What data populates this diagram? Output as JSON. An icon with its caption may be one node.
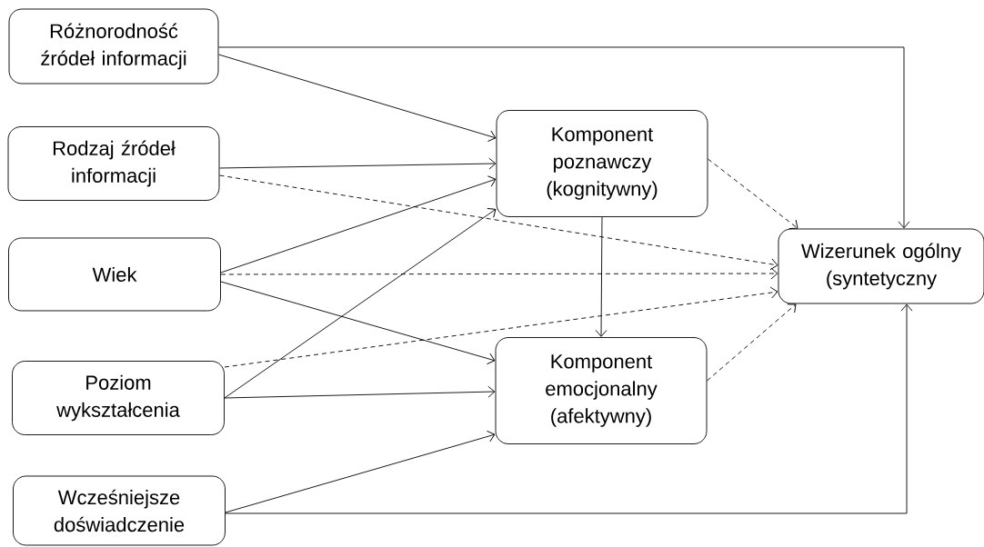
{
  "diagram": {
    "nodes": [
      {
        "text": [
          "Różnorodność źródeł informacji"
        ]
      },
      {
        "text": [
          "Rodzaj źródeł informacji"
        ]
      },
      {
        "text": [
          "Wiek"
        ]
      },
      {
        "text": [
          "Poziom wykształcenia"
        ]
      },
      {
        "text": [
          "Wcześniejsze doświadczenie"
        ]
      },
      {
        "text": [
          "Komponent poznawczy (kognitywny)"
        ]
      },
      {
        "text": [
          "Komponent emocjonalny (afektywny)"
        ]
      },
      {
        "text": [
          "Wizerunek ogólny (syntetyczny"
        ]
      }
    ],
    "edges": [
      {
        "from": 0,
        "to": 7,
        "arrow": "to"
      },
      {
        "from": 0,
        "to": 5,
        "arrow": "to"
      },
      {
        "from": 1,
        "to": 5,
        "arrow": "to"
      },
      {
        "from": 1,
        "to": 7,
        "arrow": "to",
        "style": "dashed"
      },
      {
        "from": 2,
        "to": 5,
        "arrow": "to"
      },
      {
        "from": 2,
        "to": 7,
        "arrow": "to",
        "style": "dashed"
      },
      {
        "from": 2,
        "to": 6,
        "arrow": "to"
      },
      {
        "from": 3,
        "to": 7,
        "arrow": "to",
        "style": "dashed"
      },
      {
        "from": 3,
        "to": 5,
        "arrow": "to"
      },
      {
        "from": 3,
        "to": 6,
        "arrow": "to"
      },
      {
        "from": 4,
        "to": 6,
        "arrow": "to"
      },
      {
        "from": 4,
        "to": 7,
        "arrow": "to"
      },
      {
        "from": 5,
        "to": 6,
        "arrow": "to"
      },
      {
        "from": 5,
        "to": 7,
        "arrow": "to",
        "style": "dashed"
      },
      {
        "from": 6,
        "to": 7,
        "arrow": "to",
        "style": "dashed"
      }
    ]
  }
}
